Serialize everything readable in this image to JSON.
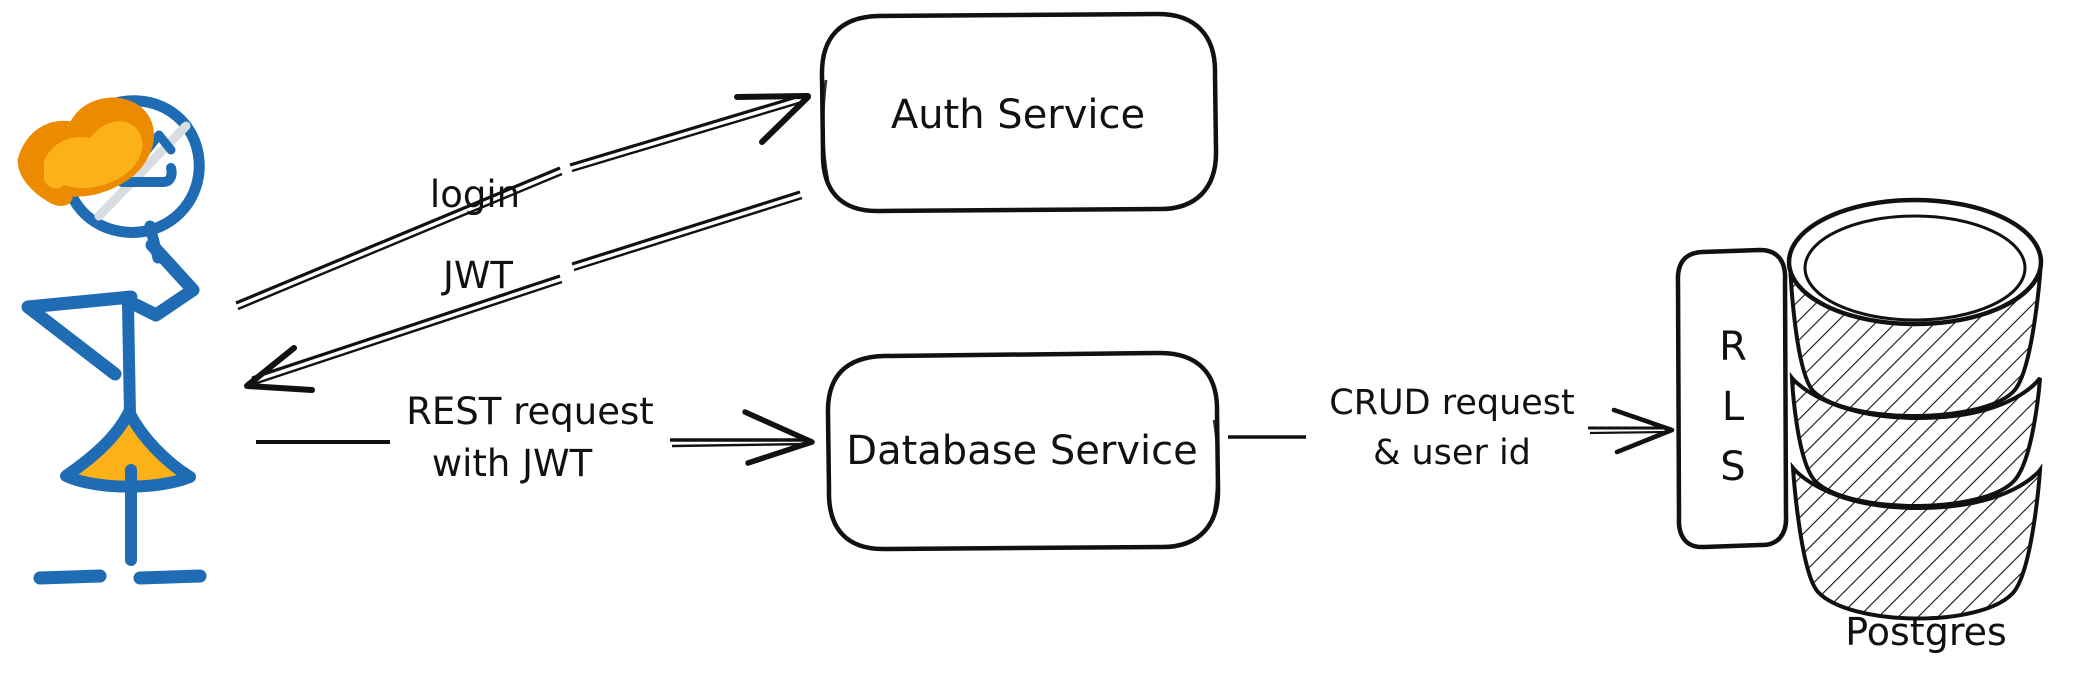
{
  "diagram": {
    "title": "Auth and database access architecture",
    "background_color": "#ffffff",
    "stroke_color": "#111111",
    "accent_blue": "#1f6cb4",
    "accent_orange": "#ed8b00",
    "accent_amber": "#fbb117"
  },
  "actor": {
    "name": "user-stick-figure",
    "description": "hand-drawn stick figure person with orange hair bow, smiling face, raised arms and triangular skirt",
    "body_color": "#1f6cb4",
    "bow_outline_color": "#ed8b00",
    "bow_fill_color": "#fbb117",
    "skirt_fill_color": "#fbb117"
  },
  "nodes": [
    {
      "id": "auth-service",
      "label": "Auth Service",
      "shape": "rounded-rectangle"
    },
    {
      "id": "database-service",
      "label": "Database Service",
      "shape": "rounded-rectangle"
    },
    {
      "id": "rls",
      "label": "RLS",
      "letters": [
        "R",
        "L",
        "S"
      ],
      "shape": "rounded-rectangle-vertical"
    },
    {
      "id": "postgres",
      "label": "Postgres",
      "shape": "database-cylinder"
    }
  ],
  "edges": [
    {
      "id": "login-edge",
      "label": "login",
      "from": "user-stick-figure",
      "to": "auth-service",
      "direction": "right-up"
    },
    {
      "id": "jwt-edge",
      "label": "JWT",
      "from": "auth-service",
      "to": "user-stick-figure",
      "direction": "left-down"
    },
    {
      "id": "rest-edge",
      "label_lines": [
        "REST request",
        "with JWT"
      ],
      "from": "user-stick-figure",
      "to": "database-service",
      "direction": "right"
    },
    {
      "id": "crud-edge",
      "label_lines": [
        "CRUD request",
        "& user id"
      ],
      "from": "database-service",
      "to": "rls",
      "direction": "right"
    }
  ],
  "labels": {
    "login": "login",
    "jwt": "JWT",
    "rest_line1": "REST request",
    "rest_line2": "with JWT",
    "crud_line1": "CRUD request",
    "crud_line2": "& user id",
    "auth_service": "Auth Service",
    "database_service": "Database Service",
    "rls_r": "R",
    "rls_l": "L",
    "rls_s": "S",
    "postgres": "Postgres"
  }
}
